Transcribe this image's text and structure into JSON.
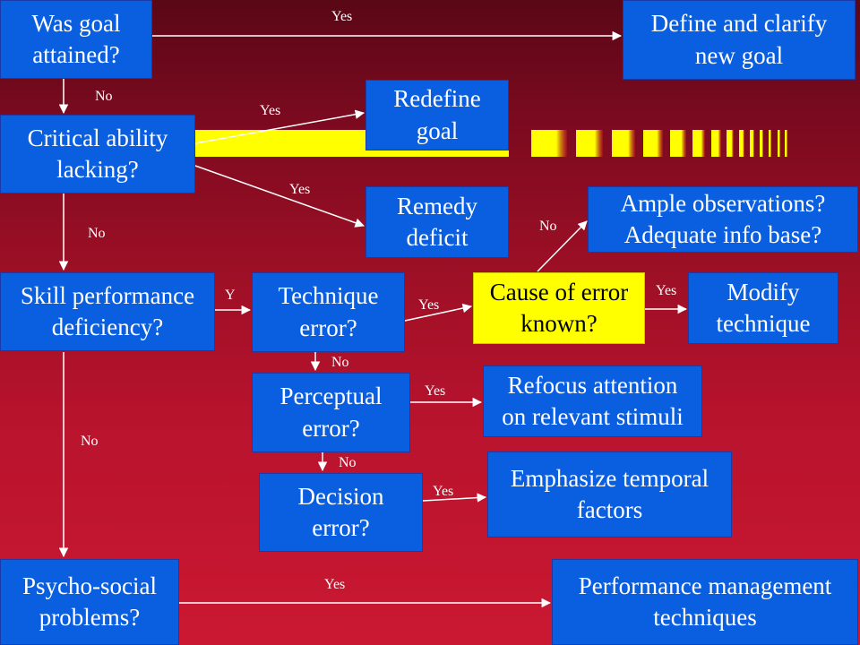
{
  "colors": {
    "box_blue": "#0a5fe0",
    "box_yellow": "#ffff00",
    "stripe_yellow": "#ffff00",
    "line": "#ffffff"
  },
  "nodes": {
    "goal_attained": "Was goal\nattained?",
    "define_goal": "Define and clarify\nnew goal",
    "critical_ability": "Critical ability\nlacking?",
    "redefine_goal": "Redefine\ngoal",
    "remedy_deficit": "Remedy\ndeficit",
    "ample_observations": "Ample observations?\nAdequate info base?",
    "skill_performance": "Skill performance\ndeficiency?",
    "technique_error": "Technique\nerror?",
    "cause_known": "Cause of error\nknown?",
    "modify_technique": "Modify\ntechnique",
    "perceptual_error": "Perceptual\nerror?",
    "refocus_attention": "Refocus attention\non relevant stimuli",
    "decision_error": "Decision\nerror?",
    "emphasize_temporal": "Emphasize temporal\nfactors",
    "psycho_social": "Psycho-social\nproblems?",
    "performance_mgmt": "Performance management\ntechniques"
  },
  "edge_labels": {
    "goal_yes": "Yes",
    "goal_no": "No",
    "critical_redefine_yes": "Yes",
    "critical_remedy_yes": "Yes",
    "critical_no": "No",
    "skill_y": "Y",
    "technique_yes": "Yes",
    "cause_no": "No",
    "cause_yes": "Yes",
    "technique_no": "No",
    "perceptual_yes": "Yes",
    "perceptual_no": "No",
    "decision_yes": "Yes",
    "skill_no": "No",
    "psycho_yes": "Yes"
  }
}
